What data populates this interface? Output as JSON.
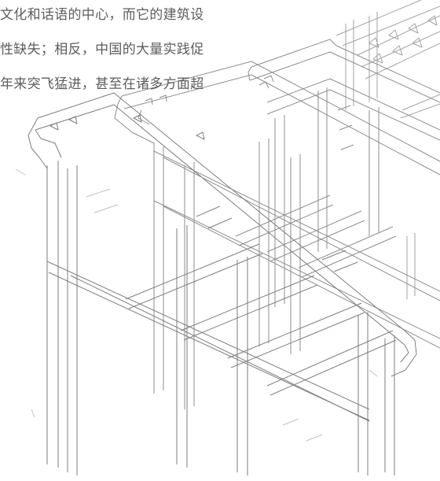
{
  "text_lines": [
    "文化和话语的中心，而它的建筑设",
    "性缺失；相反，中国的大量实践促",
    "年来突飞猛进，甚至在诸多方面超"
  ]
}
